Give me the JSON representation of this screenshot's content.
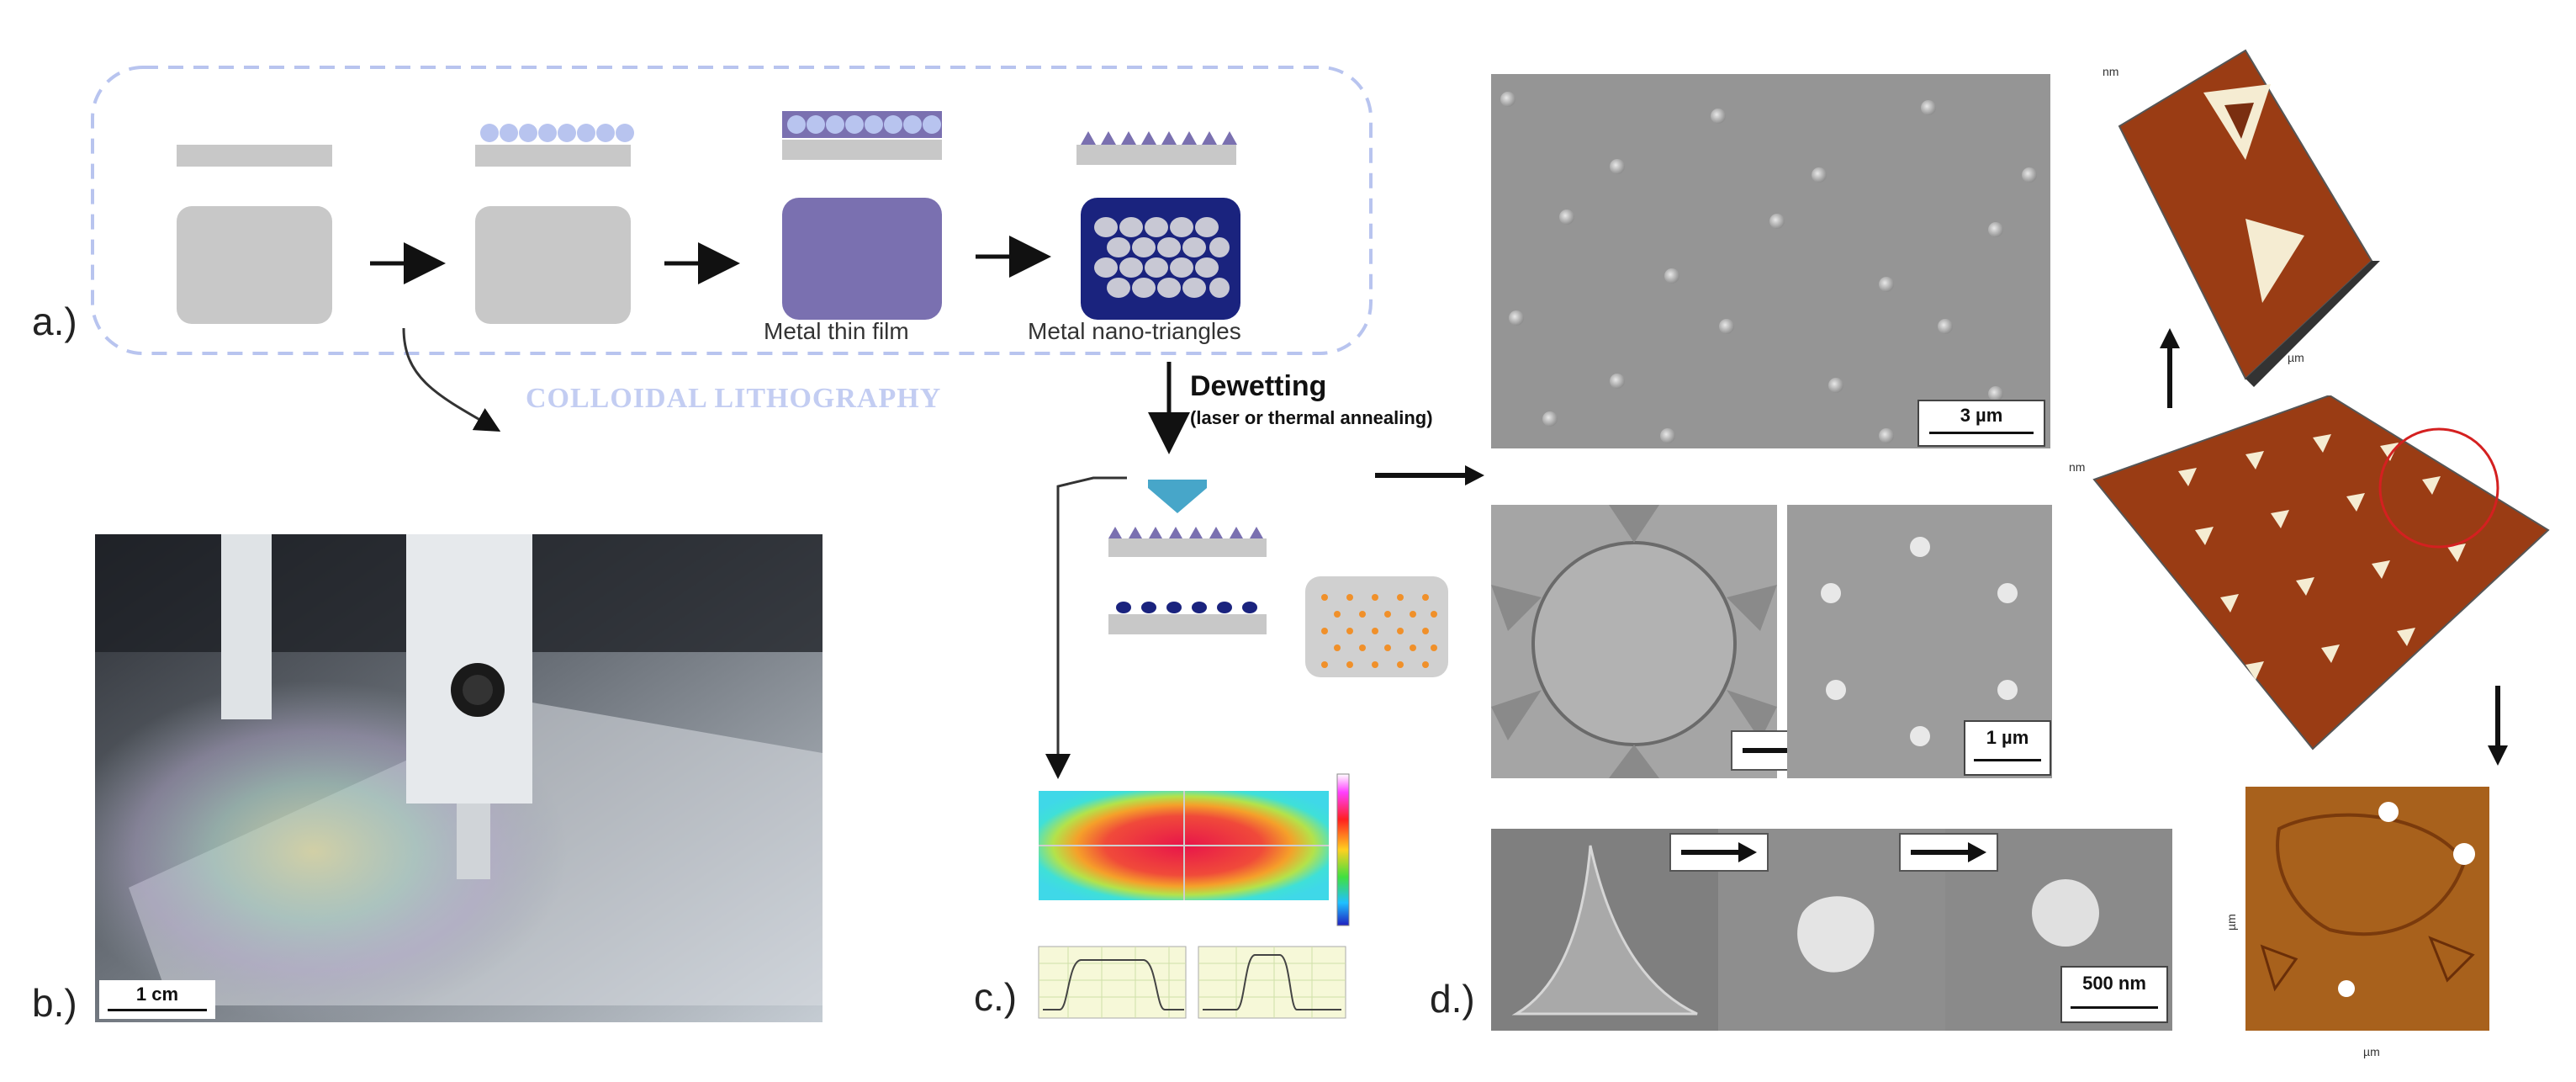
{
  "labels": {
    "a": "a.)",
    "b": "b.)",
    "c": "c.)",
    "d": "d.)"
  },
  "schematic": {
    "title": "COLLOIDAL LITHOGRAPHY",
    "step3_label": "Metal thin film",
    "step4_label": "Metal nano-triangles",
    "dewetting_title": "Dewetting",
    "dewetting_sub": "(laser or thermal annealing)"
  },
  "photo": {
    "scale_label": "1 cm"
  },
  "sem": {
    "scale_top": "3 µm",
    "scale_mid": "1 µm",
    "scale_bottom": "500 nm"
  },
  "colors": {
    "pastel_purple": "#7a70b0",
    "navy": "#1a237e",
    "pale_blue": "#b8c4ef",
    "gray_block": "#c8c8c8"
  }
}
